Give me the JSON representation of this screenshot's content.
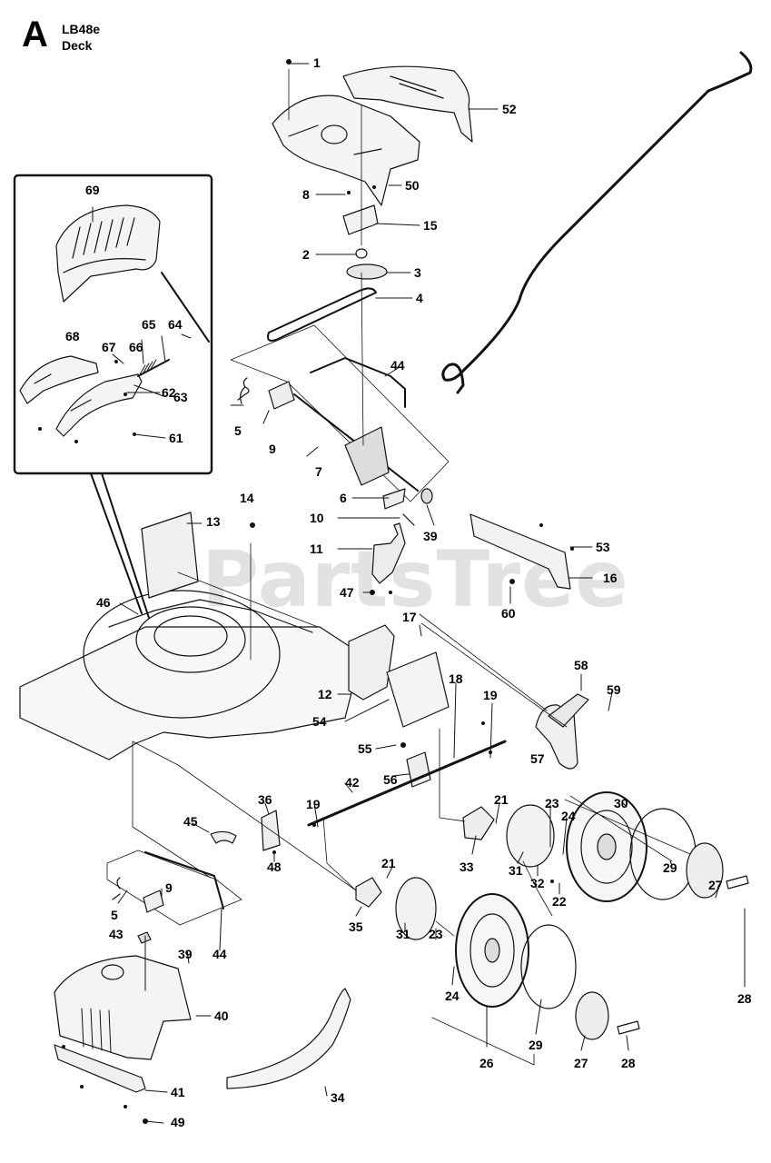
{
  "header": {
    "letter": "A",
    "model": "LB48e",
    "section": "Deck"
  },
  "watermark": "PartsTree",
  "callouts": [
    {
      "id": "c1",
      "label": "1"
    },
    {
      "id": "c52",
      "label": "52"
    },
    {
      "id": "c50",
      "label": "50"
    },
    {
      "id": "c8",
      "label": "8"
    },
    {
      "id": "c15",
      "label": "15"
    },
    {
      "id": "c2",
      "label": "2"
    },
    {
      "id": "c3",
      "label": "3"
    },
    {
      "id": "c4",
      "label": "4"
    },
    {
      "id": "c69",
      "label": "69"
    },
    {
      "id": "c65",
      "label": "65"
    },
    {
      "id": "c64",
      "label": "64"
    },
    {
      "id": "c68",
      "label": "68"
    },
    {
      "id": "c67",
      "label": "67"
    },
    {
      "id": "c66",
      "label": "66"
    },
    {
      "id": "c63",
      "label": "63"
    },
    {
      "id": "c62",
      "label": "62"
    },
    {
      "id": "c61",
      "label": "61"
    },
    {
      "id": "c44a",
      "label": "44"
    },
    {
      "id": "c5a",
      "label": "5"
    },
    {
      "id": "c9a",
      "label": "9"
    },
    {
      "id": "c7",
      "label": "7"
    },
    {
      "id": "c6",
      "label": "6"
    },
    {
      "id": "c39a",
      "label": "39"
    },
    {
      "id": "c10",
      "label": "10"
    },
    {
      "id": "c14",
      "label": "14"
    },
    {
      "id": "c13",
      "label": "13"
    },
    {
      "id": "c11",
      "label": "11"
    },
    {
      "id": "c53",
      "label": "53"
    },
    {
      "id": "c16",
      "label": "16"
    },
    {
      "id": "c47",
      "label": "47"
    },
    {
      "id": "c60",
      "label": "60"
    },
    {
      "id": "c46",
      "label": "46"
    },
    {
      "id": "c17",
      "label": "17"
    },
    {
      "id": "c58",
      "label": "58"
    },
    {
      "id": "c59",
      "label": "59"
    },
    {
      "id": "c12",
      "label": "12"
    },
    {
      "id": "c18",
      "label": "18"
    },
    {
      "id": "c19a",
      "label": "19"
    },
    {
      "id": "c54",
      "label": "54"
    },
    {
      "id": "c57",
      "label": "57"
    },
    {
      "id": "c55",
      "label": "55"
    },
    {
      "id": "c56",
      "label": "56"
    },
    {
      "id": "c42",
      "label": "42"
    },
    {
      "id": "c36",
      "label": "36"
    },
    {
      "id": "c21a",
      "label": "21"
    },
    {
      "id": "c23a",
      "label": "23"
    },
    {
      "id": "c30",
      "label": "30"
    },
    {
      "id": "c19b",
      "label": "19"
    },
    {
      "id": "c24a",
      "label": "24"
    },
    {
      "id": "c45",
      "label": "45"
    },
    {
      "id": "c33",
      "label": "33"
    },
    {
      "id": "c29a",
      "label": "29"
    },
    {
      "id": "c48",
      "label": "48"
    },
    {
      "id": "c21b",
      "label": "21"
    },
    {
      "id": "c31a",
      "label": "31"
    },
    {
      "id": "c32",
      "label": "32"
    },
    {
      "id": "c22",
      "label": "22"
    },
    {
      "id": "c27a",
      "label": "27"
    },
    {
      "id": "c9b",
      "label": "9"
    },
    {
      "id": "c5b",
      "label": "5"
    },
    {
      "id": "c35",
      "label": "35"
    },
    {
      "id": "c28a",
      "label": "28"
    },
    {
      "id": "c43",
      "label": "43"
    },
    {
      "id": "c39b",
      "label": "39"
    },
    {
      "id": "c44b",
      "label": "44"
    },
    {
      "id": "c31b",
      "label": "31"
    },
    {
      "id": "c23b",
      "label": "23"
    },
    {
      "id": "c24b",
      "label": "24"
    },
    {
      "id": "c40",
      "label": "40"
    },
    {
      "id": "c29b",
      "label": "29"
    },
    {
      "id": "c26",
      "label": "26"
    },
    {
      "id": "c27b",
      "label": "27"
    },
    {
      "id": "c28b",
      "label": "28"
    },
    {
      "id": "c41",
      "label": "41"
    },
    {
      "id": "c34",
      "label": "34"
    },
    {
      "id": "c49",
      "label": "49"
    }
  ]
}
